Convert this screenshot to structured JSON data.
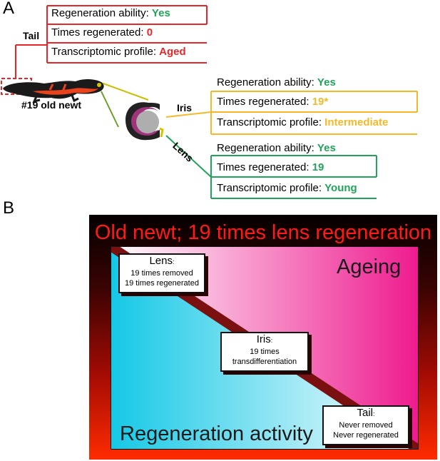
{
  "panel_a": {
    "letter": "A",
    "newt_label": "#19 old newt",
    "tail": {
      "tag": "Tail",
      "color": "#e8262a",
      "lines": [
        {
          "label": "Regeneration ability: ",
          "value": "Yes",
          "value_color": "#22a35a"
        },
        {
          "label": "Times regenerated: ",
          "value": "0",
          "value_color": "#e8262a"
        },
        {
          "label": "Transcriptomic profile: ",
          "value": "Aged",
          "value_color": "#e8262a"
        }
      ]
    },
    "iris": {
      "tag": "Iris",
      "color": "#f4b92b",
      "lines": [
        {
          "label": "Regeneration ability: ",
          "value": "Yes",
          "value_color": "#22a35a"
        },
        {
          "label": "Times regenerated: ",
          "value": "19*",
          "value_color": "#f4b92b"
        },
        {
          "label": "Transcriptomic profile: ",
          "value": "Intermediate",
          "value_color": "#f4b92b"
        }
      ]
    },
    "lens": {
      "tag": "Lens",
      "color": "#22a35a",
      "lines": [
        {
          "label": "Regeneration ability: ",
          "value": "Yes",
          "value_color": "#22a35a"
        },
        {
          "label": "Times regenerated: ",
          "value": "19",
          "value_color": "#22a35a"
        },
        {
          "label": "Transcriptomic profile: ",
          "value": "Young",
          "value_color": "#22a35a"
        }
      ]
    }
  },
  "panel_b": {
    "letter": "B",
    "title": "Old newt; 19 times lens regeneration",
    "ageing_label": "Ageing",
    "regeneration_label": "Regeneration activity",
    "lens_box": {
      "title": "Lens",
      "colon": ":",
      "lines": [
        "19 times removed",
        "19 times regenerated"
      ]
    },
    "iris_box": {
      "title": "Iris",
      "colon": ":",
      "lines": [
        "19 times",
        "transdifferentiation"
      ]
    },
    "tail_box": {
      "title": "Tail",
      "colon": ":",
      "lines": [
        "Never removed",
        "Never regenerated"
      ]
    }
  }
}
